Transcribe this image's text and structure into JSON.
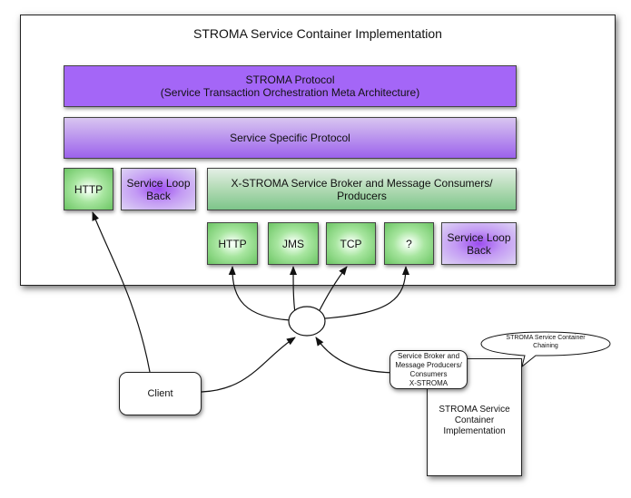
{
  "container": {
    "title": "STROMA Service Container Implementation"
  },
  "stroma_protocol": {
    "line1": "STROMA Protocol",
    "line2": "(Service Transaction Orchestration Meta Architecture)"
  },
  "service_specific_protocol": "Service Specific Protocol",
  "left_http": "HTTP",
  "left_loopback": {
    "line1": "Service Loop",
    "line2": "Back"
  },
  "broker": {
    "line1": "X-STROMA Service Broker and Message Consumers/",
    "line2": "Producers"
  },
  "transports": {
    "http": "HTTP",
    "jms": "JMS",
    "tcp": "TCP",
    "unknown": "?",
    "loopback": {
      "line1": "Service Loop",
      "line2": "Back"
    }
  },
  "client": "Client",
  "external_label": {
    "line1": "Service Broker and",
    "line2": "Message Producers/",
    "line3": "Consumers",
    "line4": "X-STROMA"
  },
  "external_container": {
    "line1": "STROMA Service",
    "line2": "Container",
    "line3": "Implementation"
  },
  "chaining_callout": {
    "line1": "STROMA Service Container",
    "line2": "Chaining"
  },
  "colors": {
    "protocol_purple": "#a466f7",
    "transport_green": "#6cc564",
    "loopback_purple": "#9c4cf0"
  }
}
